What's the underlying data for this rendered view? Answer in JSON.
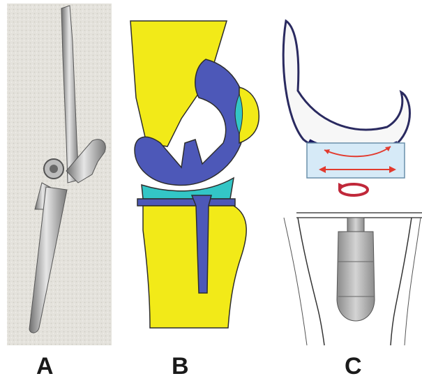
{
  "figure": {
    "panels": [
      {
        "label": "A",
        "subject": "hinged-knee-prosthesis-photo"
      },
      {
        "label": "B",
        "subject": "total-knee-implant-sagittal-diagram"
      },
      {
        "label": "C",
        "subject": "mobile-bearing-knee-diagram"
      }
    ]
  },
  "colors": {
    "bone": "#f2ea18",
    "femoral_component": "#4d58b8",
    "insert": "#33c6c6",
    "bearing": "#d6eaf7",
    "arrow": "#e23a2e",
    "rotation_arrow": "#c0283a",
    "stem": "#a9a9a9",
    "photo_background": "#e4e2dc"
  }
}
